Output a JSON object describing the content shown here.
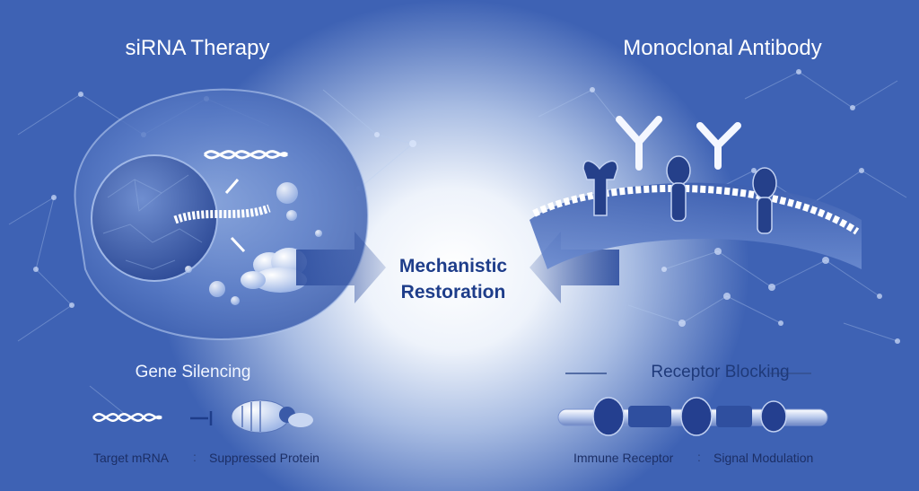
{
  "left_panel": {
    "title": "siRNA Therapy",
    "subtitle": "Gene Silencing",
    "caption_start": "Target mRNA",
    "caption_end": "Suppressed Protein",
    "separator": ":"
  },
  "right_panel": {
    "title": "Monoclonal Antibody",
    "subtitle": "Receptor Blocking",
    "caption_start": "Immune Receptor",
    "caption_end": "Signal Modulation",
    "separator": ":"
  },
  "center": {
    "label_line1": "Mechanistic",
    "label_line2": "Restoration"
  },
  "colors": {
    "background_dark": "#2f56ad",
    "center_glow": "#ffffff",
    "accent_navy": "#1e3d8a",
    "antibody_white": "#f4f7ff"
  },
  "icons": [
    "dna-helix-icon",
    "rna-strand-icon",
    "protein-cluster-icon",
    "antibody-icon",
    "receptor-icon",
    "arrow-icon"
  ]
}
